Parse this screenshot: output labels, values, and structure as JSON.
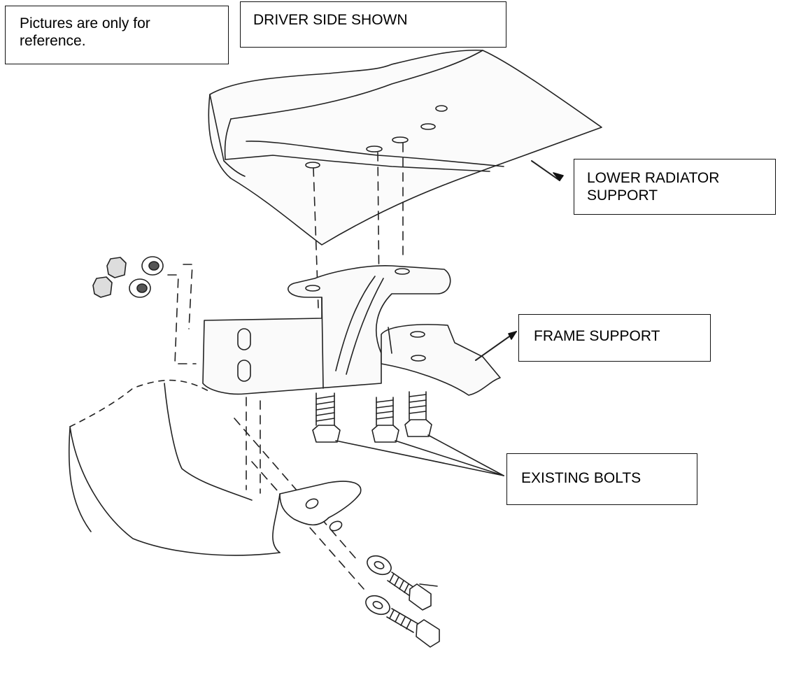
{
  "labels": {
    "note": "Pictures are only for reference.",
    "driver_side": "DRIVER SIDE SHOWN",
    "lower_radiator_support_line1": "LOWER RADIATOR",
    "lower_radiator_support_line2": "SUPPORT",
    "frame_support": "FRAME SUPPORT",
    "existing_bolts": "EXISTING BOLTS"
  },
  "colors": {
    "line": "#222222",
    "box_border": "#111111",
    "background": "#ffffff"
  }
}
